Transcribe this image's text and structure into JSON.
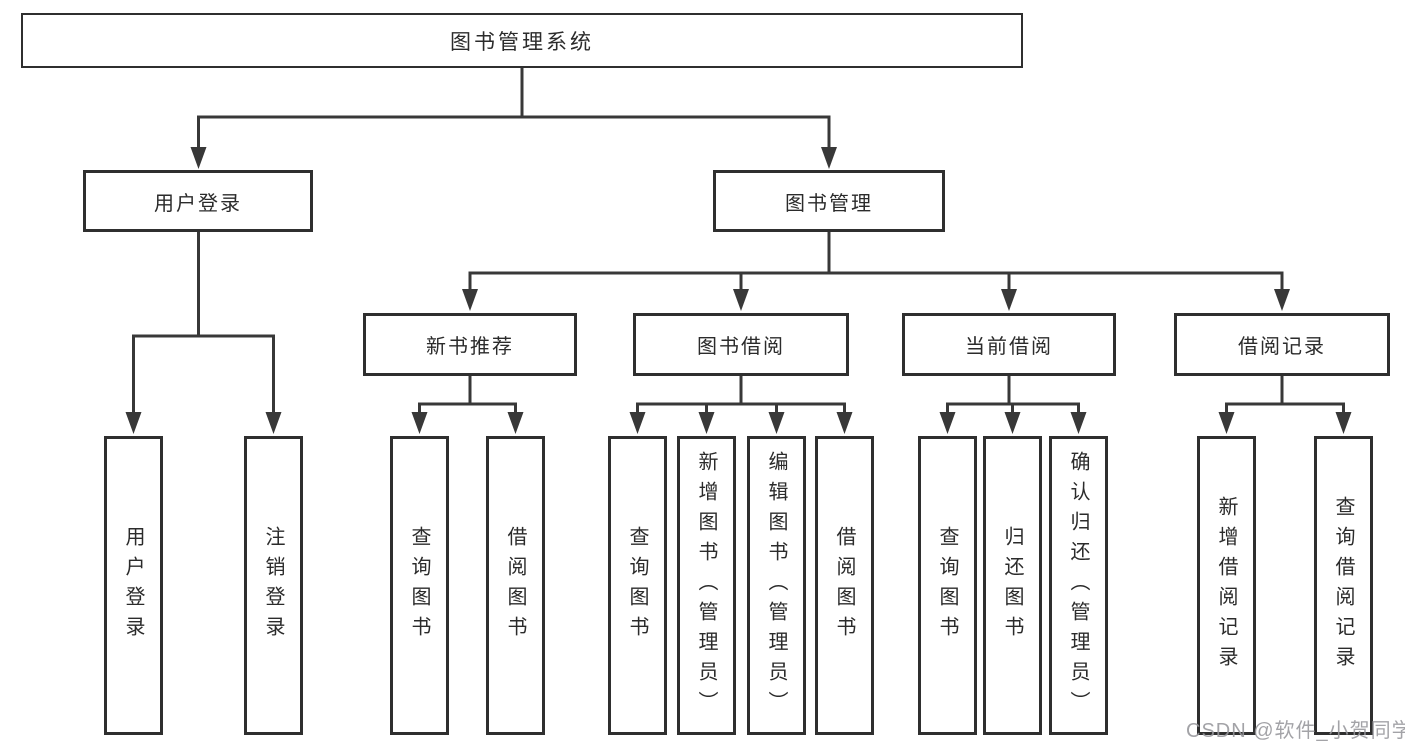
{
  "nodes": {
    "root": "图书管理系统",
    "user_login": "用户登录",
    "book_mgmt": "图书管理",
    "modules": [
      "新书推荐",
      "图书借阅",
      "当前借阅",
      "借阅记录"
    ],
    "login_leaves": [
      "用户登录",
      "注销登录"
    ],
    "recommend_leaves": [
      "查询图书",
      "借阅图书"
    ],
    "borrow_leaves": [
      "查询图书",
      "新增图书（管理员）",
      "编辑图书（管理员）",
      "借阅图书"
    ],
    "current_leaves": [
      "查询图书",
      "归还图书",
      "确认归还（管理员）"
    ],
    "record_leaves": [
      "新增借阅记录",
      "查询借阅记录"
    ]
  },
  "watermark": "CSDN @软件_小贺同学",
  "colors": {
    "line": "#383838",
    "box_border": "#2f2f2f",
    "text": "#2b2b2b",
    "watermark": "#97979c",
    "background": "#ffffff"
  }
}
